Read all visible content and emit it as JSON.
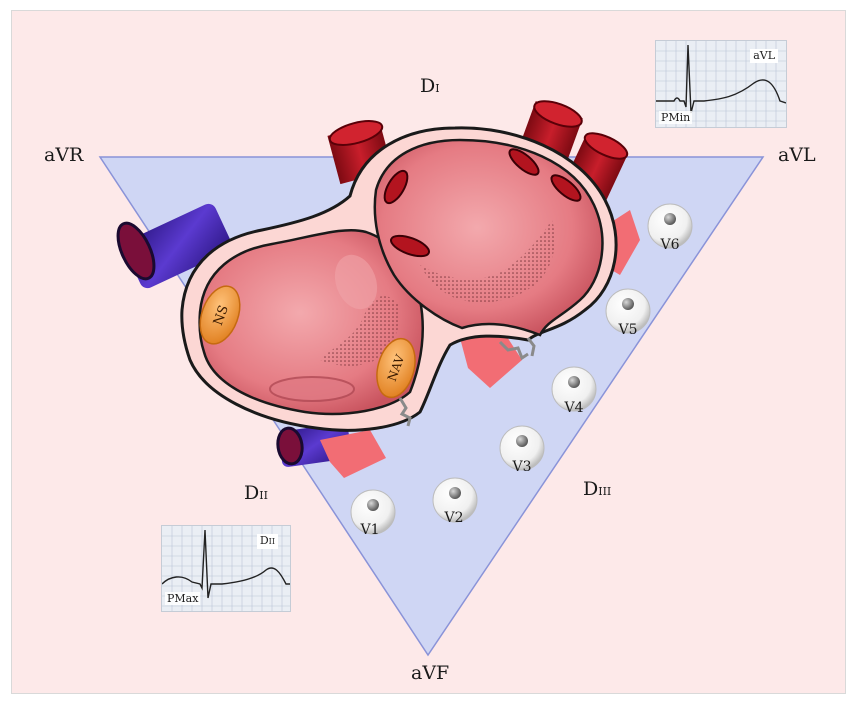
{
  "limb_leads": {
    "top": {
      "main": "D",
      "sub": "I"
    },
    "left": {
      "main": "D",
      "sub": "II"
    },
    "right": {
      "main": "D",
      "sub": "III"
    }
  },
  "corners": {
    "top_left": "aVR",
    "top_right": "aVL",
    "bottom": "aVF"
  },
  "heart_labels": {
    "sinus_node": "NS",
    "av_node": "NAV"
  },
  "precordial_leads": [
    "V1",
    "V2",
    "V3",
    "V4",
    "V5",
    "V6"
  ],
  "ecg_top_right": {
    "lead": "aVL",
    "caption": "PMin"
  },
  "ecg_bottom_left": {
    "lead_main": "D",
    "lead_sub": "II",
    "caption": "PMax"
  },
  "colors": {
    "background": "#fde9e9",
    "triangle_fill": "#cfd6f4",
    "triangle_stroke": "#8a93d8",
    "heart_fill": "#e9828a",
    "vessel_red": "#b3141f",
    "vessel_blue": "#4a2bb0",
    "node_orange": "#f1a14a",
    "artery_pink": "#f26d74"
  }
}
